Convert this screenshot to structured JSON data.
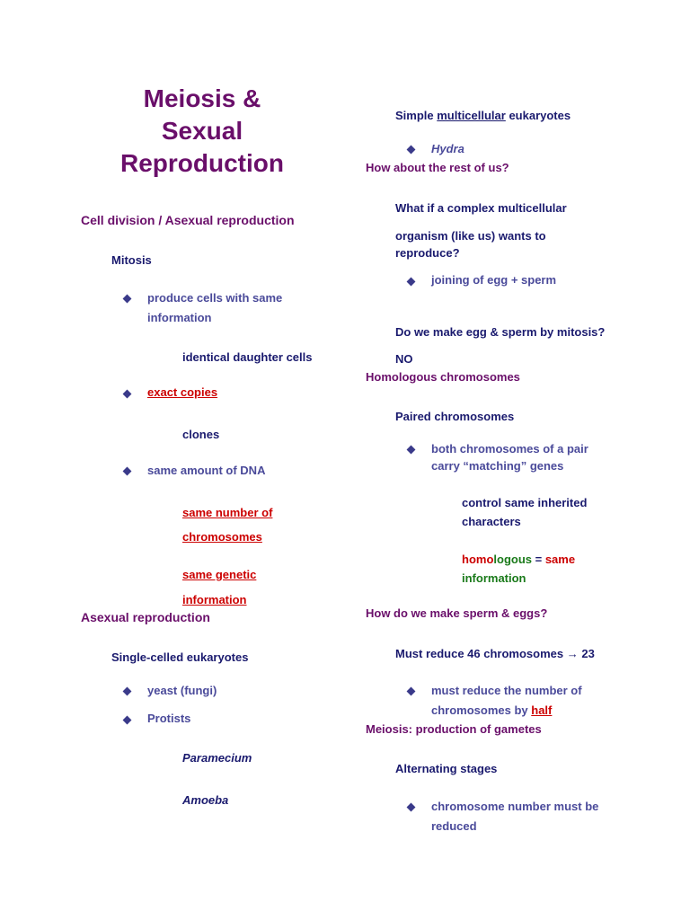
{
  "title": {
    "line1": "Meiosis &",
    "line2": "Sexual",
    "line3": "Reproduction"
  },
  "left": {
    "section1": "Cell division / Asexual reproduction",
    "mitosis": "Mitosis",
    "produce_a": "produce cells with same",
    "produce_b": "information",
    "identical": "identical daughter cells",
    "exact": "exact copies",
    "clones": "clones",
    "same_dna": "same amount of DNA",
    "same_number_a": "same number of",
    "same_number_b": "chromosomes",
    "same_genetic_a": "same genetic",
    "same_genetic_b": "information",
    "section2": "Asexual reproduction",
    "single": "Single-celled eukaryotes",
    "yeast": "yeast (fungi)",
    "protists": "Protists",
    "paramecium": "Paramecium",
    "amoeba": "Amoeba"
  },
  "right": {
    "simple_pre": "Simple ",
    "simple_u": "multicellular",
    "simple_post": " eukaryotes",
    "hydra": "Hydra",
    "rest": "How about the rest of us?",
    "complex_a": "What if a complex multicellular",
    "complex_b": "organism (like us) wants to",
    "complex_c": "reproduce?",
    "joining": "joining of egg + sperm",
    "mitosis_q": "Do we make egg & sperm by mitosis?",
    "no": "NO",
    "homologous_head": "Homologous chromosomes",
    "paired": "Paired chromosomes",
    "both_a": "both chromosomes of a pair",
    "both_b": "carry “matching” genes",
    "control_a": "control same inherited",
    "control_b": "characters",
    "homo1": "homo",
    "homo2": "logous",
    "homo_eq": " = ",
    "homo_same": "same",
    "homo_info": "information",
    "how": "How do we make sperm & eggs?",
    "reduce_pre": "Must reduce 46 chromosomes ",
    "reduce_arrow": "→",
    "reduce_post": " 23",
    "must_a": "must reduce the number of",
    "must_b_pre": "chromosomes by ",
    "must_b_half": "half",
    "meiosis_head": "Meiosis: production of gametes",
    "alternating": "Alternating stages",
    "chrom_a": "chromosome number must be",
    "chrom_b": "reduced"
  },
  "glyphs": {
    "box": "",
    "sub": ""
  },
  "colors": {
    "heading": "#6a0f6a",
    "text": "#1a1a6e",
    "red": "#cc0000",
    "green": "#1a7a1a"
  }
}
